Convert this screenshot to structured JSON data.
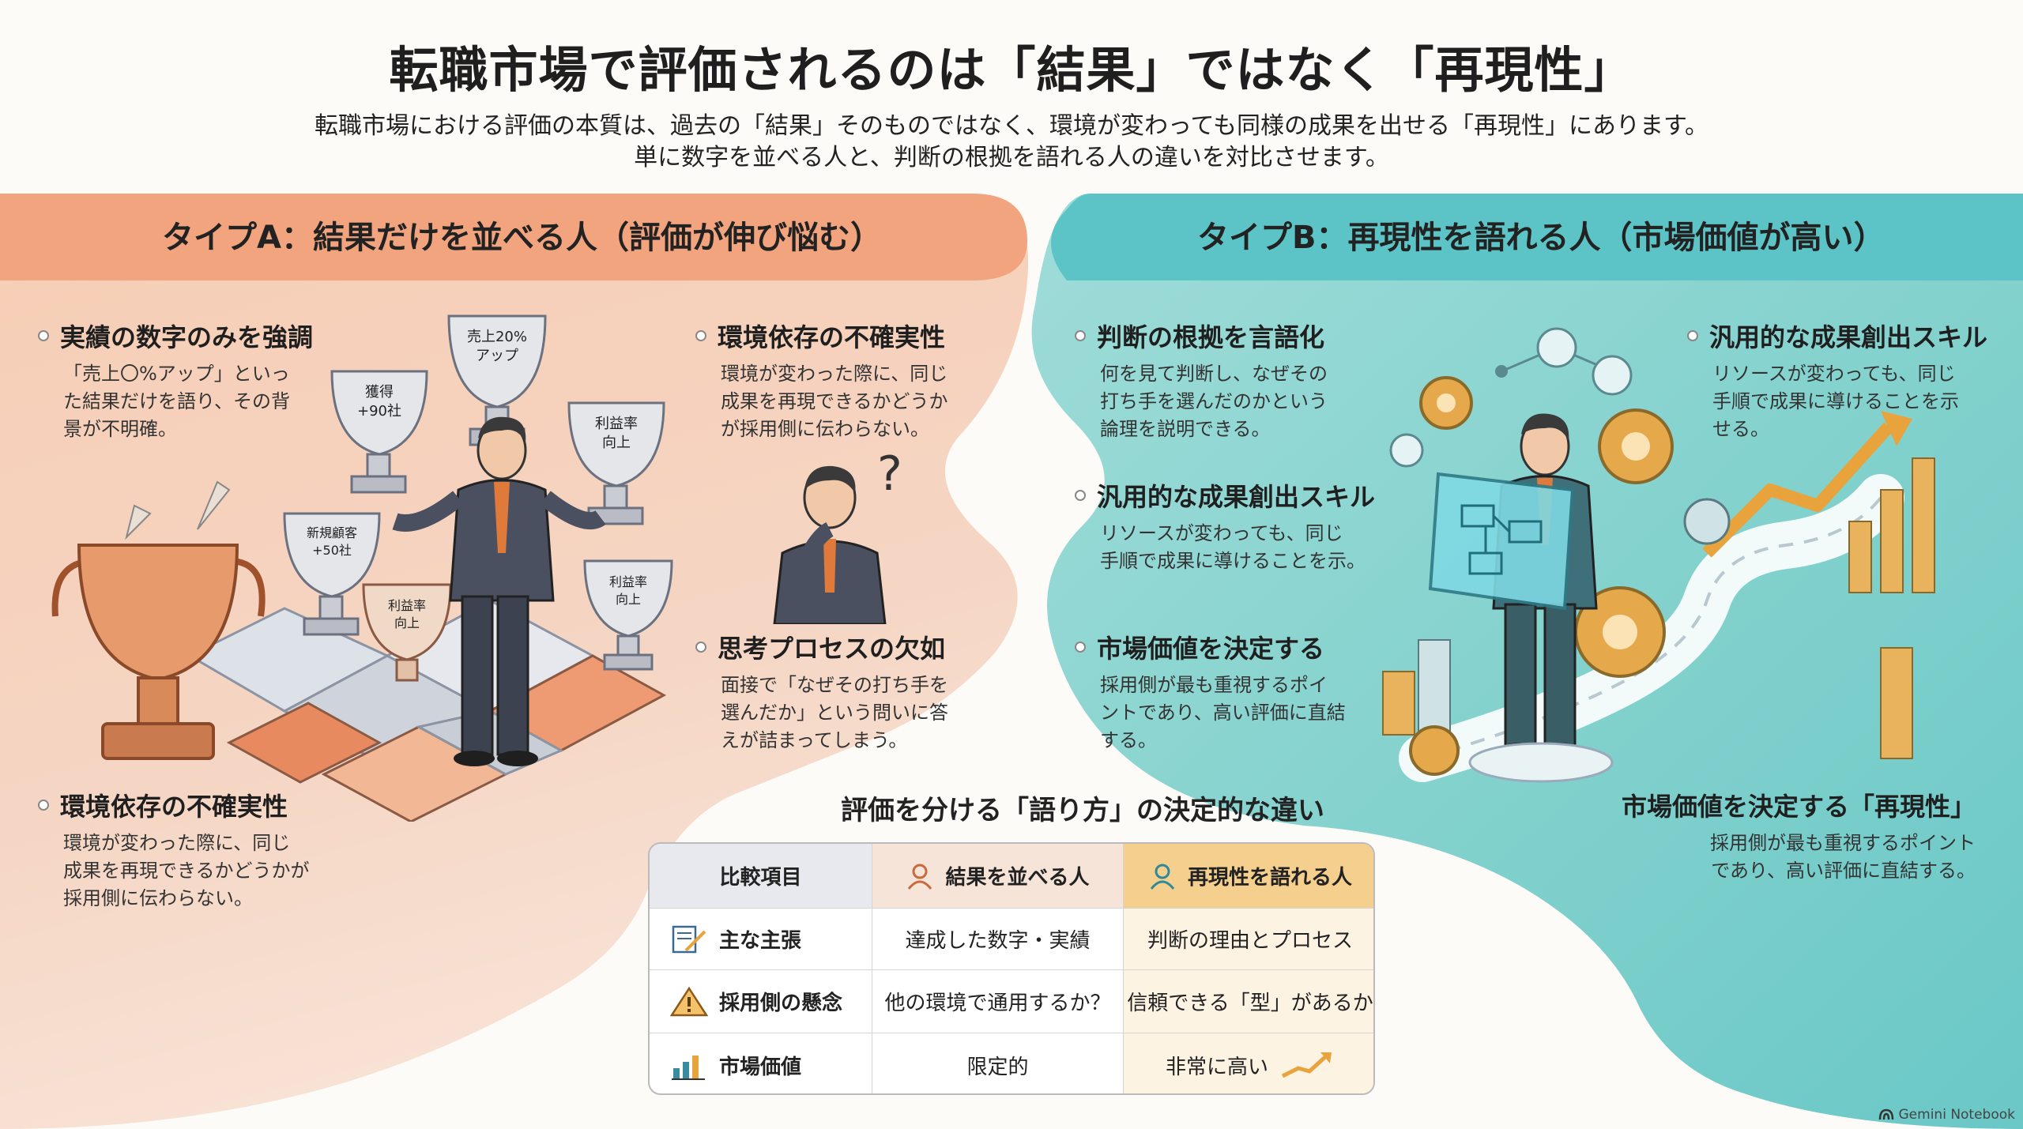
{
  "title": "転職市場で評価されるのは「結果」ではなく「再現性」",
  "subtitle": {
    "line1": "転職市場における評価の本質は、過去の「結果」そのものではなく、環境が変わっても同様の成果を出せる「再現性」にあります。",
    "line2": "単に数字を並べる人と、判断の根拠を語れる人の違いを対比させます。"
  },
  "type_a": {
    "header": "タイプA：結果だけを並べる人（評価が伸び悩む）",
    "points": [
      {
        "title": "実績の数字のみを強調",
        "desc": [
          "「売上〇%アップ」といっ",
          "た結果だけを語り、その背",
          "景が不明確。"
        ]
      },
      {
        "title": "環境依存の不確実性",
        "desc": [
          "環境が変わった際に、同じ",
          "成果を再現できるかどうか",
          "が採用側に伝わらない。"
        ]
      },
      {
        "title": "思考プロセスの欠如",
        "desc": [
          "面接で「なぜその打ち手を",
          "選んだか」という問いに答",
          "えが詰まってしまう。"
        ]
      },
      {
        "title": "環境依存の不確実性",
        "desc": [
          "環境が変わった際に、同じ",
          "成果を再現できるかどうかが",
          "採用側に伝わらない。"
        ]
      }
    ],
    "trophies": [
      "売上20%\nアップ",
      "獲得\n+90社",
      "利益率\n向上",
      "新規顧客\n+50社",
      "利益率\n向上",
      "利益率\n向上"
    ],
    "question_mark": "?"
  },
  "type_b": {
    "header": "タイプB：再現性を語れる人（市場価値が高い）",
    "points": [
      {
        "title": "判断の根拠を言語化",
        "desc": [
          "何を見て判断し、なぜその",
          "打ち手を選んだのかという",
          "論理を説明できる。"
        ]
      },
      {
        "title": "汎用的な成果創出スキル",
        "desc": [
          "リソースが変わっても、同じ",
          "手順で成果に導けることを示",
          "せる。"
        ]
      },
      {
        "title": "汎用的な成果創出スキル",
        "desc": [
          "リソースが変わっても、同じ",
          "手順で成果に導けることを示。"
        ]
      },
      {
        "title": "市場価値を決定する",
        "desc": [
          "採用側が最も重視するポイ",
          "ントであり、高い評価に直結",
          "する。"
        ]
      },
      {
        "title": "市場価値を決定する「再現性」",
        "desc": [
          "採用側が最も重視するポイント",
          "であり、高い評価に直結する。"
        ]
      }
    ]
  },
  "comparison": {
    "title": "評価を分ける「語り方」の決定的な違い",
    "headers": [
      "比較項目",
      "結果を並べる人",
      "再現性を語れる人"
    ],
    "rows": [
      {
        "label": "主な主張",
        "icon": "document-pen-icon",
        "a": "達成した数字・実績",
        "b": "判断の理由とプロセス"
      },
      {
        "label": "採用側の懸念",
        "icon": "warning-icon",
        "a": "他の環境で通用するか？",
        "b": "信頼できる「型」があるか"
      },
      {
        "label": "市場価値",
        "icon": "bar-chart-icon",
        "a": "限定的",
        "b": "非常に高い"
      }
    ]
  },
  "brand": "Gemini Notebook",
  "colors": {
    "type_a_bg": "#f4c7ae",
    "type_a_header": "#f0a27a",
    "type_b_bg": "#8fd6d2",
    "type_b_header": "#57c2c4",
    "accent_gold": "#e8a33c"
  }
}
